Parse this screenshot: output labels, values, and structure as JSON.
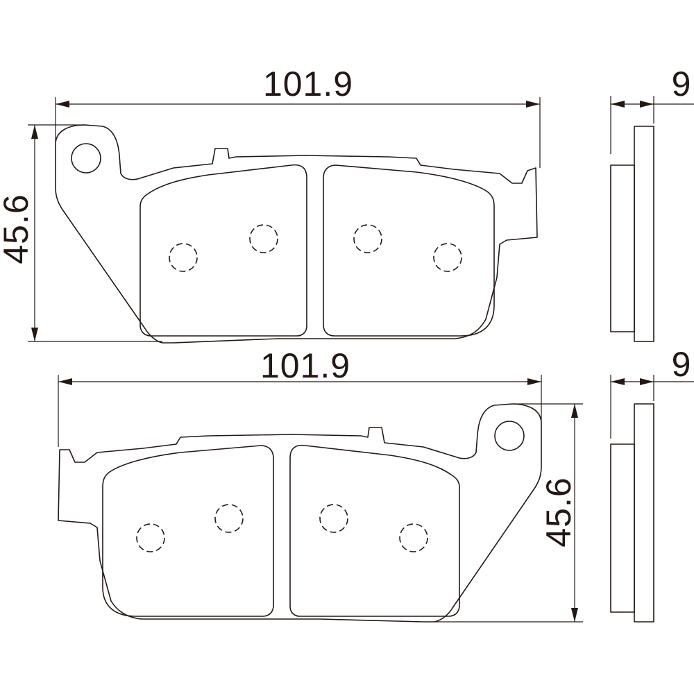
{
  "colors": {
    "line": "#231815",
    "background": "#ffffff"
  },
  "top_pad": {
    "width_label": "101.9",
    "height_label": "45.6",
    "thickness_label": "9"
  },
  "bottom_pad": {
    "width_label": "101.9",
    "height_label": "45.6",
    "thickness_label": "9"
  }
}
